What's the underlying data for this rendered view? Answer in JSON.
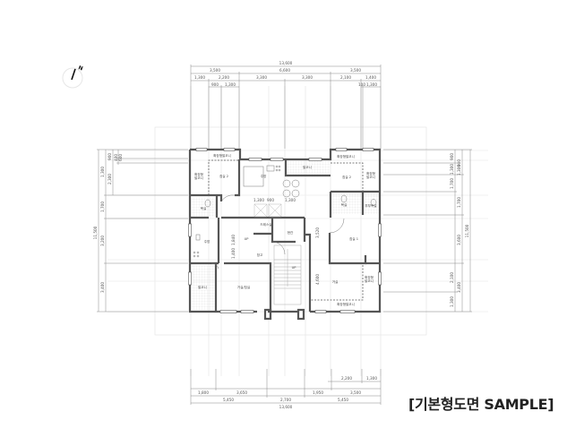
{
  "title": "[기본형도면 SAMPLE]",
  "north_arrow": {
    "icon": "north-arrow-icon"
  },
  "dimensions": {
    "top": {
      "overall": "13,600",
      "segments_row1": [
        "3,500",
        "6,600",
        "3,500"
      ],
      "segments_row2": [
        "1,300",
        "2,200",
        "3,300",
        "3,300",
        "2,100",
        "1,400"
      ],
      "segments_row3": [
        "900",
        "1,300",
        "100",
        "1,300"
      ]
    },
    "bottom": {
      "overall": "13,600",
      "segments_row1": [
        "5,450",
        "2,700",
        "5,450"
      ],
      "segments_row2": [
        "1,800",
        "3,650",
        "1,950",
        "3,500"
      ],
      "segments_row3": [
        "2,200",
        "1,300"
      ]
    },
    "left": {
      "overall": "11,500",
      "segments_row1": [
        "1,300",
        "1,700",
        "3,200",
        "3,400"
      ],
      "segments_row2": [
        "900",
        "2,300"
      ],
      "segments_row3": [
        "400",
        "600"
      ]
    },
    "right": {
      "overall": "11,500",
      "segments_row1": [
        "900",
        "1,300",
        "1,700",
        "3,600",
        "2,100",
        "1,300"
      ],
      "segments_row2": [
        "900",
        "1,300",
        "3,400",
        "3,400"
      ]
    },
    "interior": [
      "1,300",
      "900",
      "1,300",
      "1,840",
      "1,400",
      "3,520",
      "4,600"
    ]
  },
  "rooms": {
    "nw_balcony_top": "확장형발코니",
    "nw_balcony_side": "확장형\n발코니",
    "nw_bedroom": "침실 2",
    "kitchen": "주방",
    "utility": "발코니",
    "ne_balcony_top": "확장형발코니",
    "ne_balcony_side": "확장형\n발코니",
    "ne_bedroom": "침실 2",
    "bath_w": "욕실",
    "bath_e": "욕실",
    "master_bath": "부부욕실",
    "dress": "드레스실",
    "dining": "주방",
    "entry": "현관",
    "storage": "창고",
    "master_bedroom": "침실 1",
    "living": "거실",
    "se_balcony_side": "확장형\n발코니",
    "se_balcony_bottom": "확장형발코니",
    "sw_balcony": "발코니",
    "living_family": "거실/침실",
    "stair": "계단",
    "up_label": "UP"
  },
  "colors": {
    "wall": "#555555",
    "grid": "#dddddd",
    "dim_line": "#888888",
    "text": "#222222"
  }
}
